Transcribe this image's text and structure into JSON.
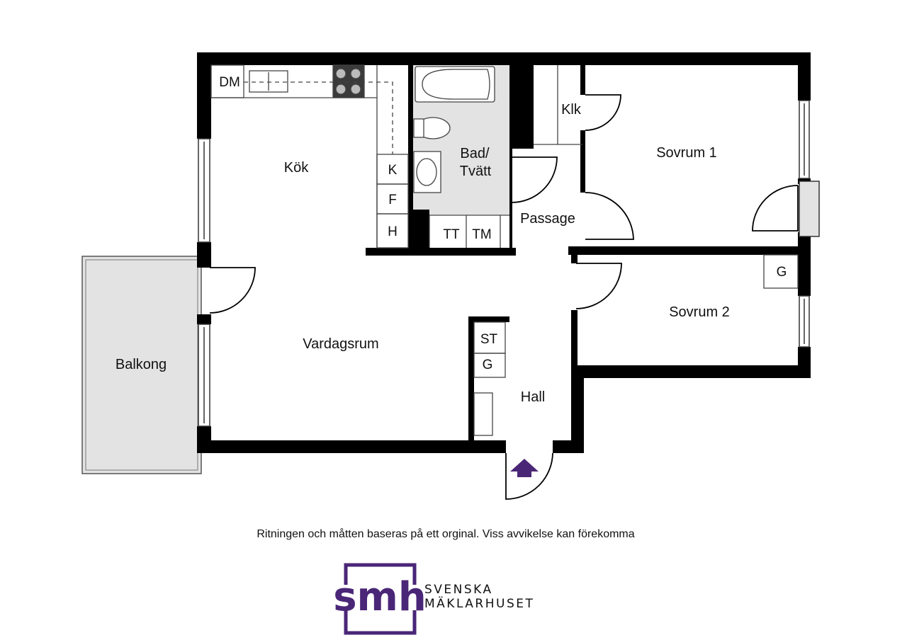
{
  "rooms": {
    "kok": "Kök",
    "bad_line1": "Bad/",
    "bad_line2": "Tvätt",
    "klk": "Klk",
    "sovrum1": "Sovrum 1",
    "passage": "Passage",
    "sovrum2": "Sovrum 2",
    "vardagsrum": "Vardagsrum",
    "balkong": "Balkong",
    "hall": "Hall"
  },
  "appliances": {
    "dm": "DM",
    "k": "K",
    "f": "F",
    "h": "H",
    "tt": "TT",
    "tm": "TM",
    "g_bedroom": "G",
    "st": "ST",
    "g_hall": "G"
  },
  "disclaimer": "Ritningen och måtten baseras på ett orginal. Viss avvikelse kan förekomma",
  "logo": {
    "mark": "smh",
    "line1": "SVENSKA",
    "line2": "MÄKLARHUSET"
  },
  "colors": {
    "wall": "#000000",
    "bathroom_floor": "#e3e3e3",
    "balcony_floor": "#e3e3e3",
    "entrance_arrow": "#4a2677",
    "brand": "#4a2677"
  }
}
